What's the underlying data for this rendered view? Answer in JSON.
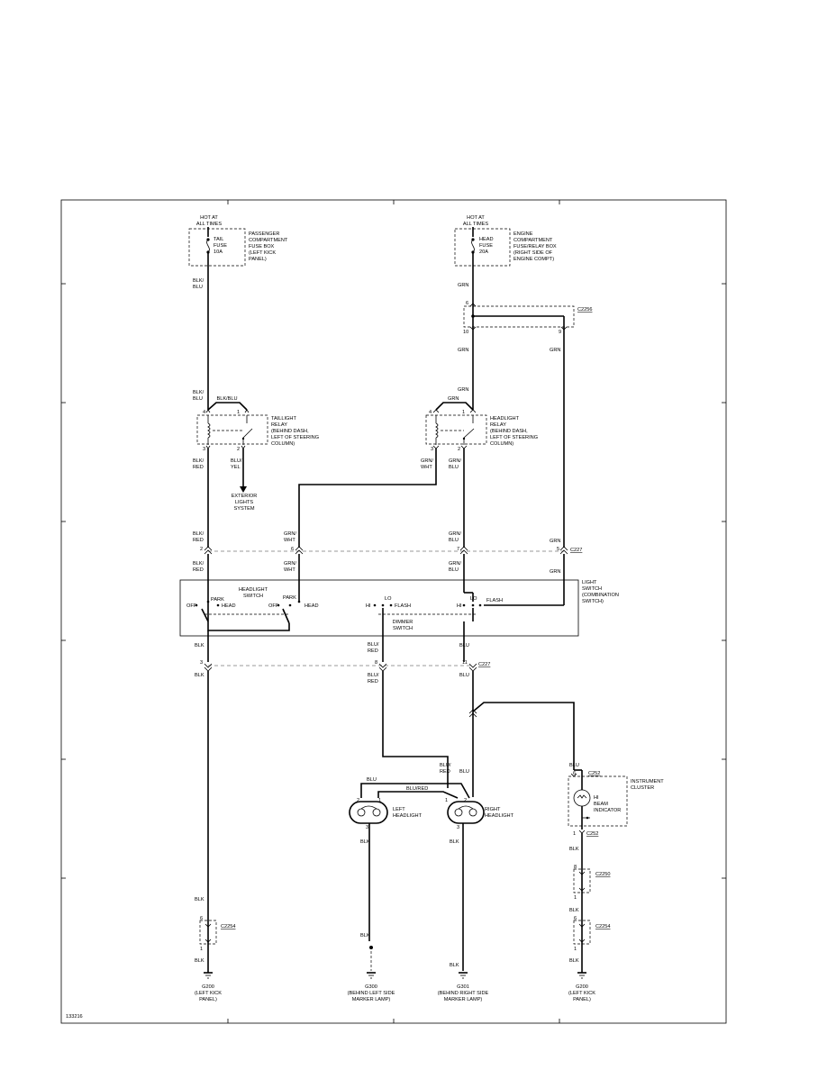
{
  "power": {
    "left_hot": [
      "HOT AT",
      "ALL TIMES"
    ],
    "right_hot": [
      "HOT AT",
      "ALL TIMES"
    ],
    "tail_fuse": [
      "TAIL",
      "FUSE",
      "10A"
    ],
    "tail_fusebox": [
      "PASSENGER",
      "COMPARTMENT",
      "FUSE BOX",
      "(LEFT KICK",
      "PANEL)"
    ],
    "head_fuse": [
      "HEAD",
      "FUSE",
      "20A"
    ],
    "head_fusebox": [
      "ENGINE",
      "COMPARTMENT",
      "FUSE/RELAY BOX",
      "(RIGHT SIDE OF",
      "ENGINE COMPT)"
    ]
  },
  "connectors": {
    "c2256": "C2256",
    "c2256_pin_top": "6",
    "c2256_pin_left": "10",
    "c2256_pin_right": "9",
    "c227_top": "C227",
    "c227_pin2": "2",
    "c227_pin6": "6",
    "c227_pin7": "7",
    "c227_pin5": "5",
    "c227_bot": "C227",
    "c227_pin3": "3",
    "c227_pin8": "8",
    "c227_pin11": "11",
    "c2254_left": "C2254",
    "c2254_left_pin6": "6",
    "c2254_left_pin1": "1",
    "c252_top": "C252",
    "c252_top_pin": "6",
    "c252_bot": "C252",
    "c252_bot_pin": "1",
    "c2250": "C2250",
    "c2250_pin8": "8",
    "c2250_pin1": "1",
    "c2254_right": "C2254",
    "c2254_right_pin6": "6",
    "c2254_right_pin1": "1"
  },
  "wires": {
    "l_blkblu_1": [
      "BLK/",
      "BLU"
    ],
    "l_blkblu_2": [
      "BLK/",
      "BLU"
    ],
    "l_blkblu_jumper": "BLK/BLU",
    "l_blkred_1": [
      "BLK/",
      "RED"
    ],
    "l_blkred_2": [
      "BLK/",
      "RED"
    ],
    "l_blkred_3": [
      "BLK/",
      "RED"
    ],
    "l_bluyel": [
      "BLU/",
      "YEL"
    ],
    "grnwht_1": [
      "GRN/",
      "WHT"
    ],
    "grnwht_2": [
      "GRN/",
      "WHT"
    ],
    "grnwht_3": [
      "GRN/",
      "WHT"
    ],
    "grnblu_1": [
      "GRN/",
      "BLU"
    ],
    "grnblu_2": [
      "GRN/",
      "BLU"
    ],
    "grnblu_3": [
      "GRN/",
      "BLU"
    ],
    "grn_1": "GRN",
    "grn_2": "GRN",
    "grn_3": "GRN",
    "grn_jumper": "GRN",
    "grn_r1": "GRN",
    "grn_r2": "GRN",
    "grn_r3": "GRN",
    "blk_1": "BLK",
    "blk_2": "BLK",
    "blk_3": "BLK",
    "blk_4": "BLK",
    "blured_1": [
      "BLU/",
      "RED"
    ],
    "blured_2": [
      "BLU/",
      "RED"
    ],
    "blured_3": [
      "BLU/",
      "RED"
    ],
    "blu_1": "BLU",
    "blu_2": "BLU",
    "blu_3": "BLU",
    "blu_4": "BLU",
    "blu_hl": "BLU",
    "blured_hl": "BLU/RED",
    "blk_lh": "BLK",
    "blk_lh2": "BLK",
    "blk_rh": "BLK",
    "blk_rh2": "BLK",
    "blu_ic": "BLU",
    "blk_ic1": "BLK",
    "blk_ic2": "BLK",
    "blk_ic3": "BLK"
  },
  "relays": {
    "taillight": [
      "TAILLIGHT",
      "RELAY",
      "(BEHIND DASH,",
      "LEFT OF STEERING",
      "COLUMN)"
    ],
    "tail_pins": [
      "4",
      "1",
      "3",
      "2"
    ],
    "headlight": [
      "HEADLIGHT",
      "RELAY",
      "(BEHIND DASH,",
      "LEFT OF STEERING",
      "COLUMN)"
    ],
    "head_pins": [
      "4",
      "1",
      "3",
      "2"
    ]
  },
  "exterior": [
    "EXTERIOR",
    "LIGHTS",
    "SYSTEM"
  ],
  "switch": {
    "title": [
      "LIGHT",
      "SWITCH",
      "(COMBINATION",
      "SWITCH)"
    ],
    "headlight_switch": [
      "HEADLIGHT",
      "SWITCH"
    ],
    "dimmer_switch": [
      "DIMMER",
      "SWITCH"
    ],
    "off_1": "OFF",
    "park_1": "PARK",
    "head_1": "HEAD",
    "off_2": "OFF",
    "park_2": "PARK",
    "head_2": "HEAD",
    "hi_1": "HI",
    "lo_1": "LO",
    "flash_1": "FLASH",
    "hi_2": "HI",
    "lo_2": "LO",
    "flash_2": "FLASH"
  },
  "headlights": {
    "left": [
      "LEFT",
      "HEADLIGHT"
    ],
    "left_pins": [
      "2",
      "1",
      "3"
    ],
    "right": [
      "RIGHT",
      "HEADLIGHT"
    ],
    "right_pins": [
      "1",
      "2",
      "3"
    ]
  },
  "cluster": {
    "label": [
      "INSTRUMENT",
      "CLUSTER"
    ],
    "indicator": [
      "HI",
      "BEAM",
      "INDICATOR"
    ]
  },
  "grounds": {
    "g200a": [
      "G200",
      "(LEFT KICK",
      "PANEL)"
    ],
    "g300": [
      "G300",
      "(BEHIND LEFT SIDE",
      "MARKER LAMP)"
    ],
    "g301": [
      "G301",
      "(BEHIND RIGHT SIDE",
      "MARKER LAMP)"
    ],
    "g200b": [
      "G200",
      "(LEFT KICK",
      "PANEL)"
    ]
  },
  "figure_id": "133216"
}
